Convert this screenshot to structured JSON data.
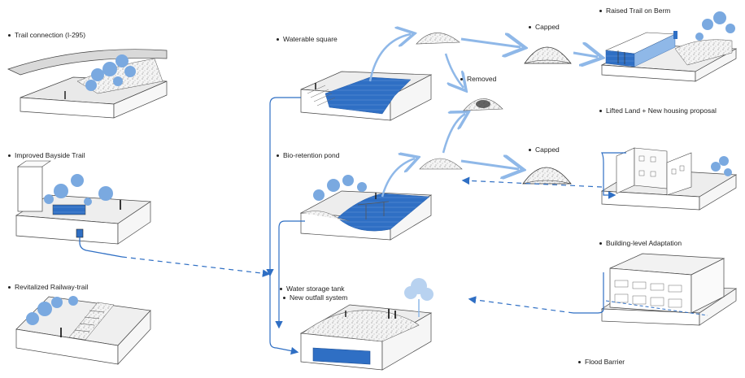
{
  "labels": {
    "trail_connection": "Trail connection (I-295)",
    "improved_bayside": "Improved Bayside Trail",
    "revitalized_railway": "Revitalized Railway-trail",
    "waterable_square": "Waterable square",
    "bio_retention": "Bio-retention pond",
    "water_storage": "Water storage tank",
    "new_outfall": "New outfall system",
    "capped_top": "Capped",
    "removed": "Removed",
    "capped_mid": "Capped",
    "raised_trail": "Raised Trail on Berm",
    "lifted_land": "Lifted Land + New housing proposal",
    "building_adaptation": "Building-level Adaptation",
    "flood_barrier": "Flood Barrier"
  },
  "colors": {
    "water_blue": "#2f6fc4",
    "light_blue": "#8fb8e8",
    "line_gray": "#444444",
    "ground_gray": "#e9e9e9"
  },
  "icons": {
    "mound": "soil-mound-icon",
    "dome": "capped-dome-icon",
    "removed_soil": "contaminated-soil-icon"
  }
}
